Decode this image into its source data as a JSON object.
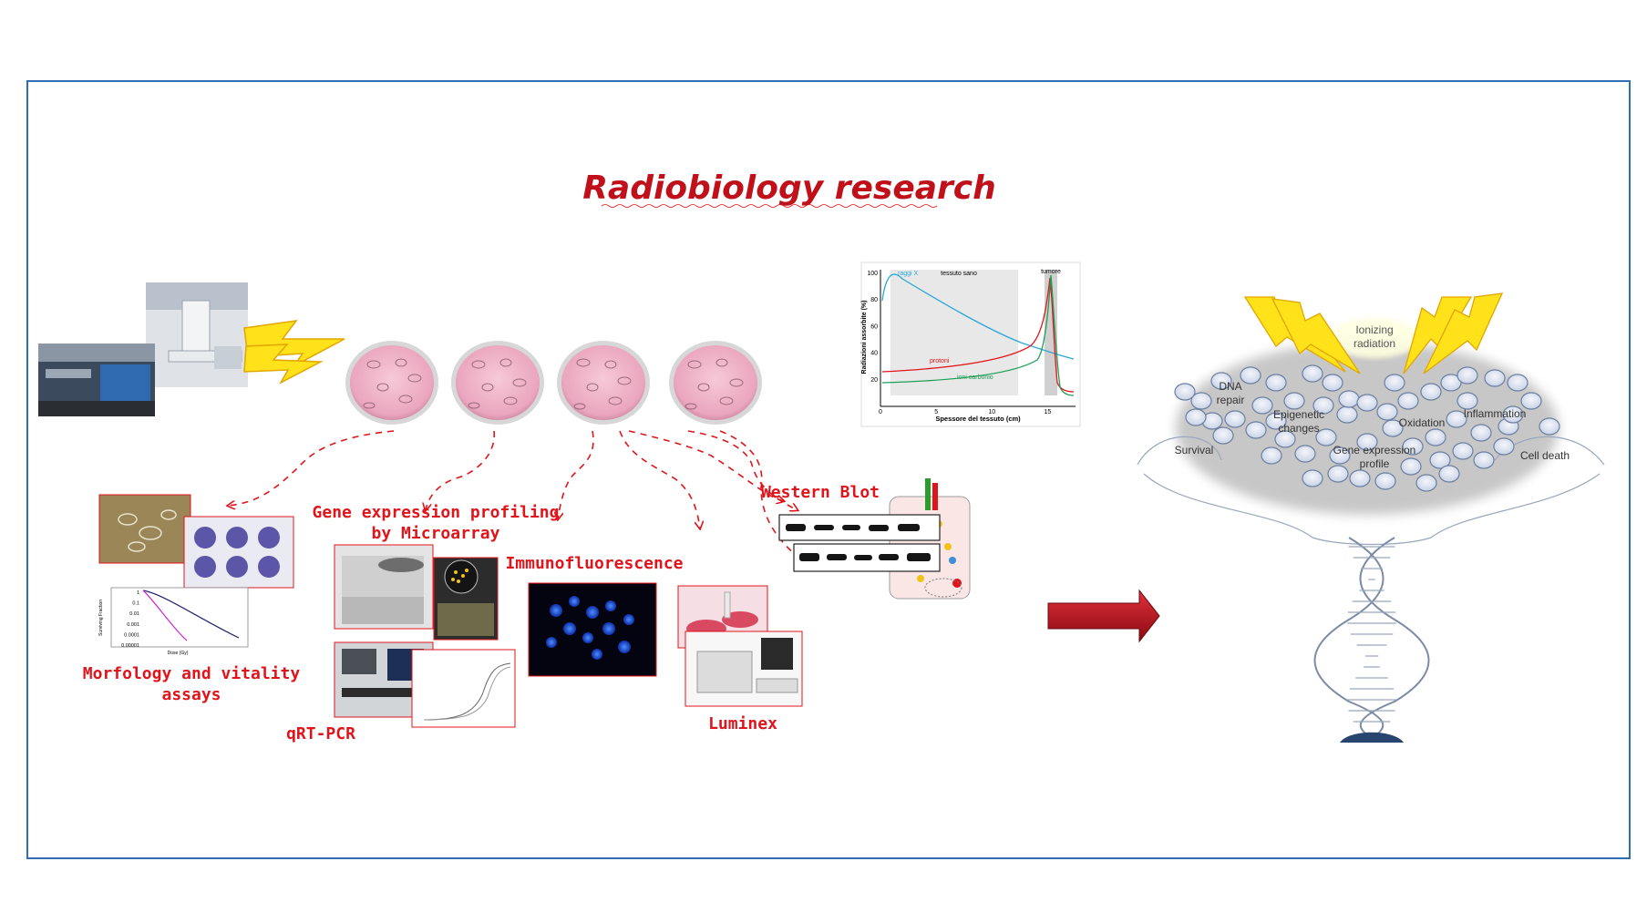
{
  "title": "Radiobiology research",
  "labels": {
    "microarray_line1": "Gene expression profiling",
    "microarray_line2": "by Microarray",
    "western": "Western Blot",
    "immuno": "Immunofluorescence",
    "morph_line1": "Morfology and vitality",
    "morph_line2": "assays",
    "qrtpcr": "qRT-PCR",
    "luminex": "Luminex"
  },
  "survival_plot": {
    "ylabel": "Surviving Fraction",
    "xlabel": "Dose (Gy)",
    "yticks": [
      "1",
      "0.1",
      "0.01",
      "0.001",
      "0.0001",
      "0.00001"
    ]
  },
  "dose_chart": {
    "ylabel": "Radiazioni assorbite (%)",
    "xlabel": "Spessore del tessuto (cm)",
    "region_healthy": "tessuto sano",
    "region_tumor": "tumore",
    "yticks": [
      "100",
      "80",
      "60",
      "40",
      "20"
    ],
    "xticks": [
      "0",
      "5",
      "10",
      "15"
    ],
    "series": [
      {
        "name": "raggi X",
        "color": "#2aa8d8"
      },
      {
        "name": "protoni",
        "color": "#e0141b"
      },
      {
        "name": "ioni carbonio",
        "color": "#1f9d55"
      }
    ]
  },
  "tree": {
    "ionizing_line1": "Ionizing",
    "ionizing_line2": "radiation",
    "survival": "Survival",
    "dna_line1": "DNA",
    "dna_line2": "repair",
    "epi_line1": "Epigenetic",
    "epi_line2": "changes",
    "gene_line1": "Gene expression",
    "gene_line2": "profile",
    "oxidation": "Oxidation",
    "inflammation": "Inflammation",
    "cell_death": "Cell death"
  },
  "colors": {
    "frame": "#2f6db5",
    "label_red": "#e0141b",
    "title_red": "#c0101a",
    "arrow": "#b8101a",
    "bolt": "#ffe21a"
  }
}
